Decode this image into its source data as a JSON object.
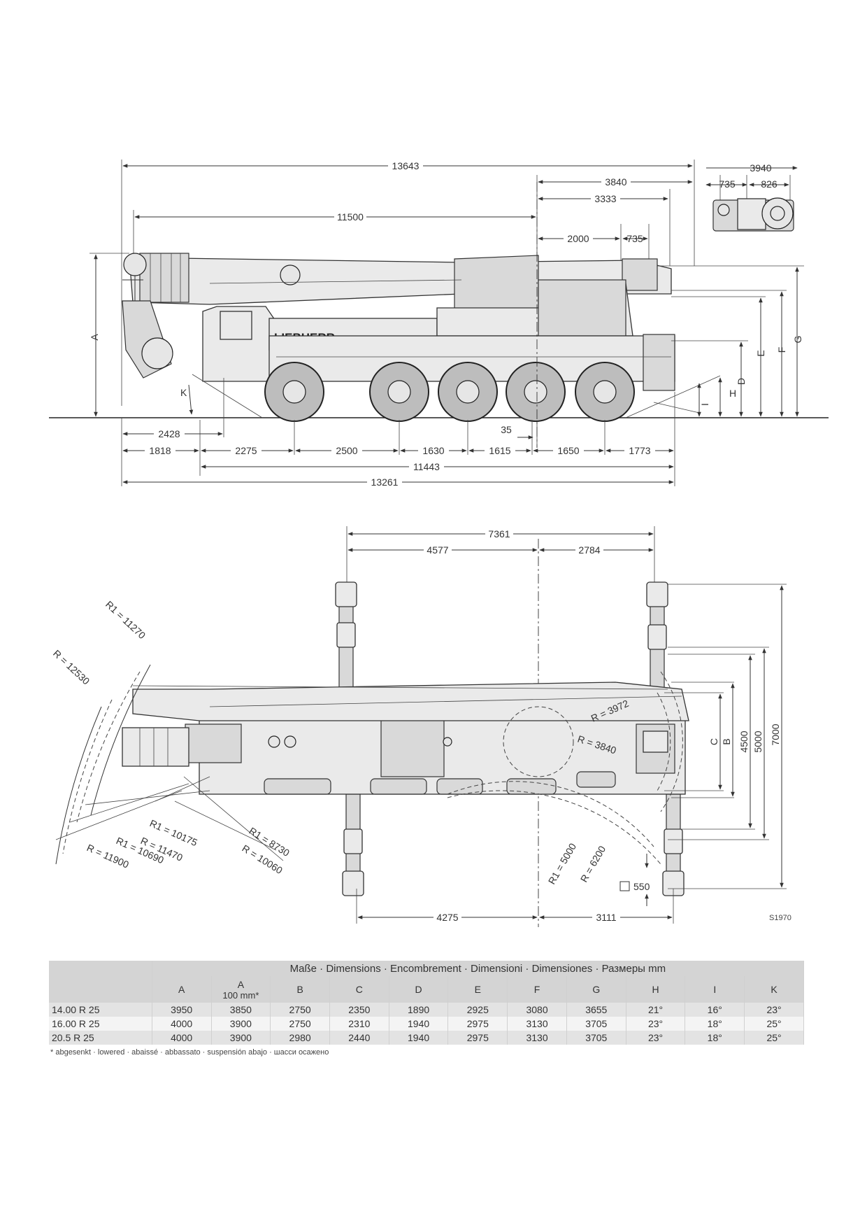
{
  "side_view": {
    "dims_top": [
      "13643",
      "3840",
      "3333",
      "11500",
      "2000",
      "735",
      "3940",
      "735",
      "826"
    ],
    "dims_bottom": [
      "2428",
      "35",
      "1818",
      "2275",
      "2500",
      "1630",
      "1615",
      "1650",
      "1773",
      "11443",
      "13261"
    ],
    "letters": [
      "A",
      "K",
      "I",
      "H",
      "D",
      "E",
      "F",
      "G"
    ],
    "brand": "LIEBHERR"
  },
  "top_view": {
    "dims_top": [
      "7361",
      "4577",
      "2784"
    ],
    "dims_bottom": [
      "4275",
      "3111"
    ],
    "dims_right": [
      "4500",
      "5000",
      "7000"
    ],
    "letters": [
      "C",
      "B"
    ],
    "radii": [
      "R1 = 11270",
      "R = 12530",
      "R = 3972",
      "R = 3840",
      "R1 = 10175",
      "R = 11470",
      "R1 = 10690",
      "R = 11900",
      "R1 = 8730",
      "R = 10060",
      "R1 = 5000",
      "R = 6200"
    ],
    "box_label": "550"
  },
  "drawing_id": "S1970",
  "table": {
    "title": "Maße · Dimensions · Encombrement · Dimensioni · Dimensiones · Размеры mm",
    "columns": [
      "A",
      "A",
      "B",
      "C",
      "D",
      "E",
      "F",
      "G",
      "H",
      "I",
      "K"
    ],
    "column_sub": "100 mm*",
    "rows": [
      {
        "tire": "14.00 R 25",
        "values": [
          "3950",
          "3850",
          "2750",
          "2350",
          "1890",
          "2925",
          "3080",
          "3655",
          "21°",
          "16°",
          "23°"
        ]
      },
      {
        "tire": "16.00 R 25",
        "values": [
          "4000",
          "3900",
          "2750",
          "2310",
          "1940",
          "2975",
          "3130",
          "3705",
          "23°",
          "18°",
          "25°"
        ]
      },
      {
        "tire": "20.5 R 25",
        "values": [
          "4000",
          "3900",
          "2980",
          "2440",
          "1940",
          "2975",
          "3130",
          "3705",
          "23°",
          "18°",
          "25°"
        ]
      }
    ],
    "footnote": "* abgesenkt · lowered · abaissé · abbassato · suspensión abajo · шасси осажено"
  }
}
